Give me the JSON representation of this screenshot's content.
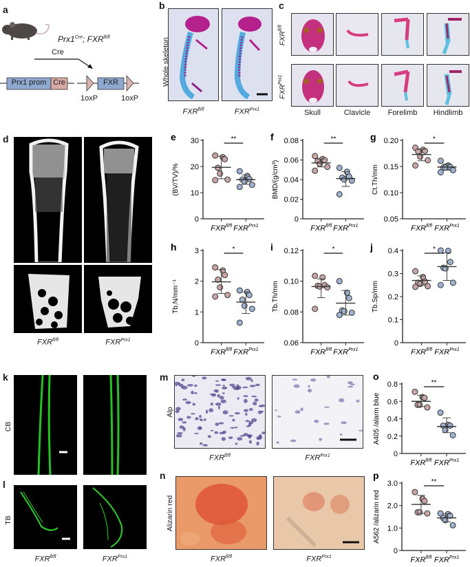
{
  "panels": {
    "a": {
      "label": "a",
      "genotype_main": "Prx1",
      "genotype_main_sup": "Cre",
      "genotype_sep": "; FXR",
      "genotype_sup2": "fl/fl",
      "arrow_label": "Cre",
      "construct_prom": "Prx1 prom",
      "construct_cre": "Cre",
      "construct_fxr": "FXR",
      "loxp_left": "1oxP",
      "loxp_right": "1oxP"
    },
    "b": {
      "label": "b",
      "row_label": "Whole skeleton",
      "captions": [
        {
          "base": "FXR",
          "sup": "fl/fl"
        },
        {
          "base": "FXR",
          "sup": "Prx1"
        }
      ]
    },
    "c": {
      "label": "c",
      "row_labels": [
        {
          "base": "FXR",
          "sup": "fl/fl"
        },
        {
          "base": "FXR",
          "sup": "Prx1"
        }
      ],
      "columns": [
        "Skull",
        "Clavicle",
        "Forelimb",
        "Hindlimb"
      ]
    },
    "d": {
      "label": "d",
      "captions": [
        {
          "base": "FXR",
          "sup": "fl/fl"
        },
        {
          "base": "FXR",
          "sup": "Prx1"
        }
      ]
    },
    "k": {
      "label": "k",
      "row_label": "CB"
    },
    "l": {
      "label": "l",
      "row_label": "TB",
      "captions": [
        {
          "base": "FXR",
          "sup": "fl/fl"
        },
        {
          "base": "FXR",
          "sup": "Prx1"
        }
      ]
    },
    "m": {
      "label": "m",
      "row_label": "Alp",
      "captions": [
        {
          "base": "FXR",
          "sup": "fl/fl"
        },
        {
          "base": "FXR",
          "sup": "Prx1"
        }
      ]
    },
    "n": {
      "label": "n",
      "row_label": "Alizarin red",
      "captions": [
        {
          "base": "FXR",
          "sup": "fl/fl"
        },
        {
          "base": "FXR",
          "sup": "Prx1"
        }
      ]
    }
  },
  "colors": {
    "control_dot": "#c9a6a6",
    "knockout_dot": "#9fb2cf",
    "axis": "#222222"
  },
  "chart_data": [
    {
      "panel": "e",
      "type": "scatter",
      "ylabel": "(BV/TV)/%",
      "ylim": [
        0,
        30
      ],
      "yticks": [
        0,
        10,
        20,
        30
      ],
      "ytick_labels": [
        "0",
        "10",
        "20",
        "30"
      ],
      "categories": [
        "FXR fl/fl",
        "FXR Prx1"
      ],
      "significance": "**",
      "series": [
        {
          "name": "FXR fl/fl",
          "values": [
            24.2,
            23.6,
            22.8,
            19.5,
            17.3,
            15,
            14.8
          ],
          "mean": 19.7,
          "sd_low": 15.3,
          "sd_high": 23.9
        },
        {
          "name": "FXR Prx1",
          "values": [
            18.2,
            16.4,
            15.2,
            15,
            14.3,
            13,
            12.2
          ],
          "mean": 15,
          "sd_low": 13.2,
          "sd_high": 16.8
        }
      ]
    },
    {
      "panel": "f",
      "type": "scatter",
      "ylabel": "BMD/(g/cm³)",
      "ylim": [
        0,
        0.08
      ],
      "yticks": [
        0,
        0.02,
        0.04,
        0.06,
        0.08
      ],
      "ytick_labels": [
        "0",
        "0.02",
        "0.04",
        "0.06",
        "0.08"
      ],
      "categories": [
        "FXR fl/fl",
        "FXR Prx1"
      ],
      "significance": "**",
      "series": [
        {
          "name": "FXR fl/fl",
          "values": [
            0.064,
            0.061,
            0.06,
            0.059,
            0.056,
            0.053,
            0.049
          ],
          "mean": 0.057,
          "sd_low": 0.053,
          "sd_high": 0.061
        },
        {
          "name": "FXR Prx1",
          "values": [
            0.052,
            0.048,
            0.043,
            0.042,
            0.04,
            0.039,
            0.025
          ],
          "mean": 0.041,
          "sd_low": 0.033,
          "sd_high": 0.048
        }
      ]
    },
    {
      "panel": "g",
      "type": "scatter",
      "ylabel": "Ct.Th/mm",
      "ylim": [
        0.05,
        0.2
      ],
      "yticks": [
        0.05,
        0.1,
        0.15,
        0.2
      ],
      "ytick_labels": [
        "0.05",
        "0.10",
        "0.15",
        "0.20"
      ],
      "categories": [
        "FXR fl/fl",
        "FXR Prx1"
      ],
      "significance": "*",
      "series": [
        {
          "name": "FXR fl/fl",
          "values": [
            0.186,
            0.182,
            0.18,
            0.179,
            0.169,
            0.162,
            0.152
          ],
          "mean": 0.173,
          "sd_low": 0.161,
          "sd_high": 0.183
        },
        {
          "name": "FXR Prx1",
          "values": [
            0.161,
            0.152,
            0.149,
            0.148,
            0.148,
            0.143,
            0.139
          ],
          "mean": 0.149,
          "sd_low": 0.143,
          "sd_high": 0.155
        }
      ]
    },
    {
      "panel": "h",
      "type": "scatter",
      "ylabel": "Tb.N/mm⁻¹",
      "ylim": [
        0,
        3
      ],
      "yticks": [
        0,
        1,
        2,
        3
      ],
      "ytick_labels": [
        "0",
        "1",
        "2",
        "3"
      ],
      "categories": [
        "FXR fl/fl",
        "FXR Prx1"
      ],
      "significance": "*",
      "series": [
        {
          "name": "FXR fl/fl",
          "values": [
            2.45,
            2.35,
            2.2,
            2.05,
            1.8,
            1.55,
            1.5
          ],
          "mean": 1.98,
          "sd_low": 1.6,
          "sd_high": 2.38
        },
        {
          "name": "FXR Prx1",
          "values": [
            1.7,
            1.65,
            1.55,
            1.4,
            1.2,
            1.1,
            0.65
          ],
          "mean": 1.32,
          "sd_low": 0.95,
          "sd_high": 1.65
        }
      ]
    },
    {
      "panel": "i",
      "type": "scatter",
      "ylabel": "Tb.Th/mm",
      "ylim": [
        0.06,
        0.12
      ],
      "yticks": [
        0.06,
        0.08,
        0.1,
        0.12
      ],
      "ytick_labels": [
        "0.06",
        "0.08",
        "0.10",
        "0.12"
      ],
      "categories": [
        "FXR fl/fl",
        "FXR Prx1"
      ],
      "significance": "*",
      "series": [
        {
          "name": "FXR fl/fl",
          "values": [
            0.1035,
            0.1025,
            0.0975,
            0.097,
            0.0965,
            0.096,
            0.082
          ],
          "mean": 0.0965,
          "sd_low": 0.0893,
          "sd_high": 0.1015
        },
        {
          "name": "FXR Prx1",
          "values": [
            0.1,
            0.0925,
            0.089,
            0.081,
            0.0805,
            0.0795,
            0.078
          ],
          "mean": 0.0857,
          "sd_low": 0.078,
          "sd_high": 0.094
        }
      ]
    },
    {
      "panel": "j",
      "type": "scatter",
      "ylabel": "Tb.Sp/mm",
      "ylim": [
        0,
        0.4
      ],
      "yticks": [
        0,
        0.1,
        0.2,
        0.3,
        0.4
      ],
      "ytick_labels": [
        "0",
        "0.1",
        "0.2",
        "0.3",
        "0.4"
      ],
      "categories": [
        "FXR fl/fl",
        "FXR Prx1"
      ],
      "significance": "*",
      "series": [
        {
          "name": "FXR fl/fl",
          "values": [
            0.31,
            0.285,
            0.265,
            0.26,
            0.255,
            0.245,
            0.242
          ],
          "mean": 0.27,
          "sd_low": 0.248,
          "sd_high": 0.29
        },
        {
          "name": "FXR Prx1",
          "values": [
            0.4,
            0.398,
            0.35,
            0.325,
            0.322,
            0.26,
            0.25
          ],
          "mean": 0.33,
          "sd_low": 0.27,
          "sd_high": 0.39
        }
      ]
    },
    {
      "panel": "o",
      "type": "scatter",
      "ylabel": "A405 /alarm blue",
      "ylim": [
        0,
        0.8
      ],
      "yticks": [
        0,
        0.2,
        0.4,
        0.6,
        0.8
      ],
      "ytick_labels": [
        "0",
        "0.2",
        "0.4",
        "0.6",
        "0.8"
      ],
      "categories": [
        "FXR fl/fl",
        "FXR Prx1"
      ],
      "significance": "**",
      "series": [
        {
          "name": "FXR fl/fl",
          "values": [
            0.71,
            0.65,
            0.64,
            0.56,
            0.56,
            0.53
          ],
          "mean": 0.6,
          "sd_low": 0.54,
          "sd_high": 0.67
        },
        {
          "name": "FXR Prx1",
          "values": [
            0.47,
            0.33,
            0.32,
            0.32,
            0.27,
            0.21
          ],
          "mean": 0.31,
          "sd_low": 0.24,
          "sd_high": 0.41
        }
      ]
    },
    {
      "panel": "p",
      "type": "scatter",
      "ylabel": "A562 /alizarin red",
      "ylim": [
        0,
        3.0
      ],
      "yticks": [
        0,
        1.0,
        2.0,
        3.0
      ],
      "ytick_labels": [
        "0",
        "1.0",
        "2.0",
        "3.0"
      ],
      "categories": [
        "FXR fl/fl",
        "FXR Prx1"
      ],
      "significance": "**",
      "series": [
        {
          "name": "FXR fl/fl",
          "values": [
            2.6,
            2.3,
            2.2,
            1.7,
            1.7,
            1.65
          ],
          "mean": 2.05,
          "sd_low": 1.65,
          "sd_high": 2.45
        },
        {
          "name": "FXR Prx1",
          "values": [
            1.65,
            1.62,
            1.55,
            1.45,
            1.35,
            1.12
          ],
          "mean": 1.45,
          "sd_low": 1.27,
          "sd_high": 1.63
        }
      ]
    }
  ]
}
